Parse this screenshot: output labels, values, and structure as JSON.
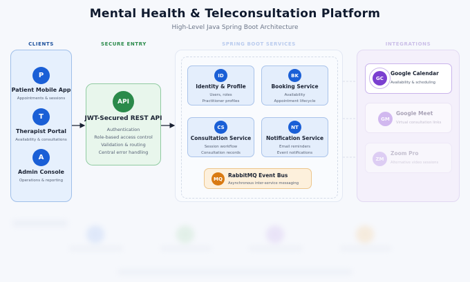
{
  "header": {
    "title": "Mental Health & Teleconsultation Platform",
    "subtitle": "High-Level Java Spring Boot Architecture"
  },
  "columns": {
    "clients": "CLIENTS",
    "secure_entry": "SECURE ENTRY",
    "services": "SPRING BOOT SERVICES",
    "integrations": "INTEGRATIONS"
  },
  "clients": [
    {
      "badge": "P",
      "title": "Patient Mobile App",
      "sub": "Appointments & sessions"
    },
    {
      "badge": "T",
      "title": "Therapist Portal",
      "sub": "Availability & consultations"
    },
    {
      "badge": "A",
      "title": "Admin Console",
      "sub": "Operations & reporting"
    }
  ],
  "gateway": {
    "badge": "API",
    "title": "JWT-Secured REST API",
    "lines": [
      "Authentication",
      "Role-based access control",
      "Validation & routing",
      "Central error handling"
    ]
  },
  "services": [
    {
      "badge": "ID",
      "title": "Identity & Profile",
      "lines": [
        "Users, roles",
        "Practitioner profiles"
      ]
    },
    {
      "badge": "BK",
      "title": "Booking Service",
      "lines": [
        "Availability",
        "Appointment lifecycle"
      ]
    },
    {
      "badge": "CS",
      "title": "Consultation Service",
      "lines": [
        "Session workflow",
        "Consultation records"
      ]
    },
    {
      "badge": "NT",
      "title": "Notification Service",
      "lines": [
        "Email reminders",
        "Event notifications"
      ]
    }
  ],
  "event_bus": {
    "badge": "MQ",
    "title": "RabbitMQ Event Bus",
    "sub": "Asynchronous inter-service messaging"
  },
  "integrations": [
    {
      "badge": "GC",
      "title": "Google Calendar",
      "sub": "Availability & scheduling"
    },
    {
      "badge": "GM",
      "title": "Google Meet",
      "sub": "Virtual consultation links"
    },
    {
      "badge": "ZM",
      "title": "Zoom Pro",
      "sub": "Alternative video sessions"
    }
  ],
  "colors": {
    "client_blue": "#1a5fd6",
    "gateway_green": "#2a8a4a",
    "event_orange": "#d97a12",
    "integration_purple": "#7b3fd0"
  }
}
